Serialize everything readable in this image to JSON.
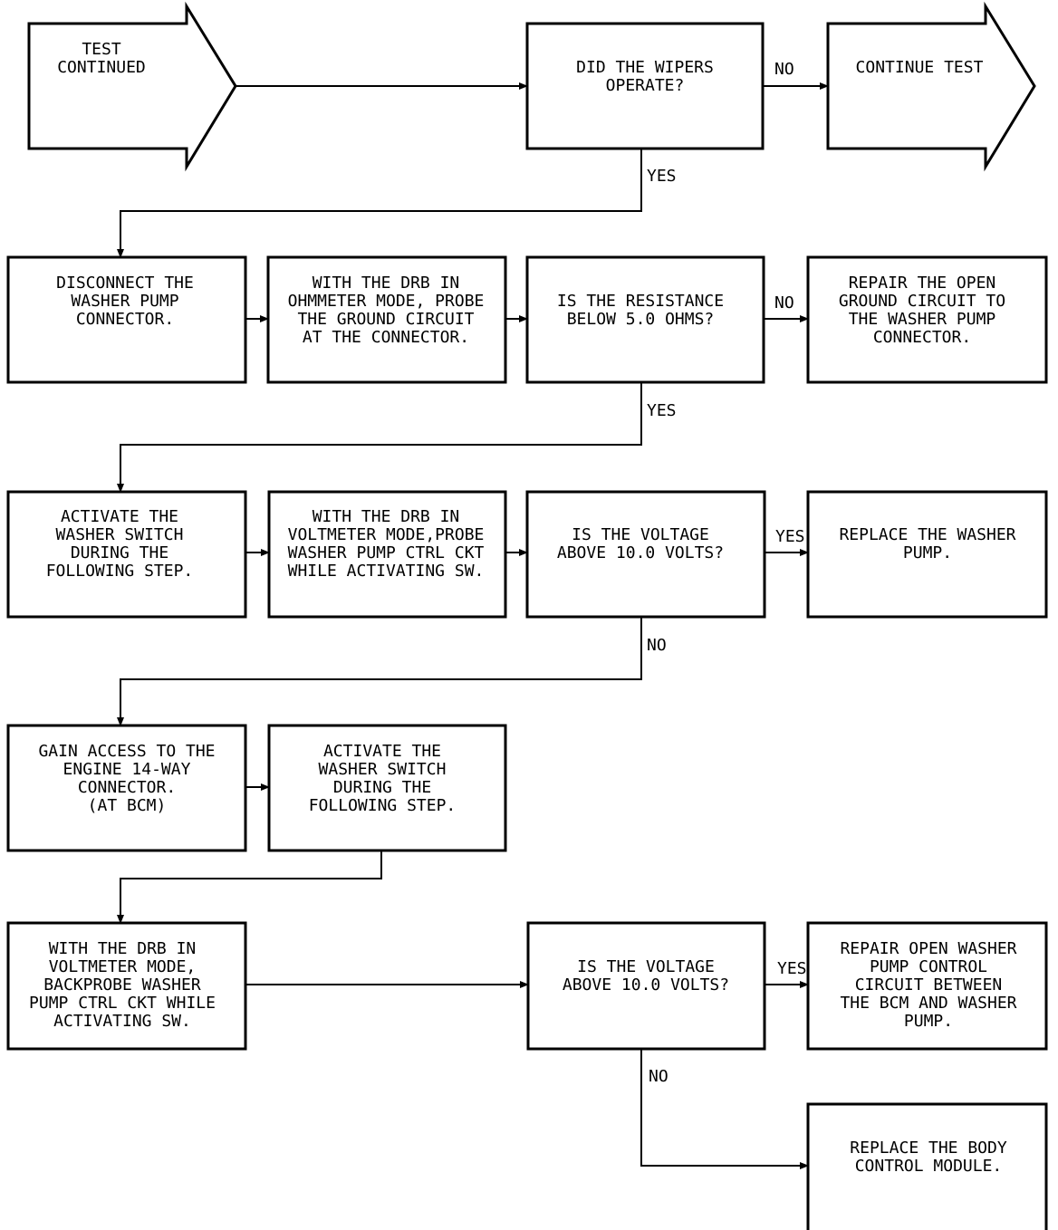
{
  "nodes": {
    "start": [
      "TEST",
      "CONTINUED"
    ],
    "q_wipers": [
      "DID THE WIPERS",
      "OPERATE?"
    ],
    "continue_test": [
      "CONTINUE TEST"
    ],
    "disconnect": [
      "DISCONNECT THE",
      "WASHER PUMP",
      "CONNECTOR."
    ],
    "ohmmeter": [
      "WITH THE DRB IN",
      "OHMMETER MODE, PROBE",
      "THE GROUND CIRCUIT",
      "AT THE CONNECTOR."
    ],
    "q_resistance": [
      "IS THE RESISTANCE",
      "BELOW 5.0 OHMS?"
    ],
    "repair_ground": [
      "REPAIR THE OPEN",
      "GROUND CIRCUIT TO",
      "THE WASHER PUMP",
      "CONNECTOR."
    ],
    "activate1": [
      "ACTIVATE THE",
      "WASHER SWITCH",
      "DURING THE",
      "FOLLOWING STEP."
    ],
    "voltmeter1": [
      "WITH THE DRB IN",
      "VOLTMETER MODE,PROBE",
      "WASHER PUMP CTRL CKT",
      "WHILE ACTIVATING SW."
    ],
    "q_voltage1": [
      "IS THE VOLTAGE",
      "ABOVE 10.0 VOLTS?"
    ],
    "replace_pump": [
      "REPLACE THE WASHER",
      "PUMP."
    ],
    "gain_access": [
      "GAIN ACCESS TO THE",
      "ENGINE 14-WAY",
      "CONNECTOR.",
      "(AT BCM)"
    ],
    "activate2": [
      "ACTIVATE THE",
      "WASHER SWITCH",
      "DURING THE",
      "FOLLOWING STEP."
    ],
    "backprobe": [
      "WITH THE DRB IN",
      "VOLTMETER MODE,",
      "BACKPROBE WASHER",
      "PUMP CTRL CKT WHILE",
      "ACTIVATING SW."
    ],
    "q_voltage2": [
      "IS THE VOLTAGE",
      "ABOVE 10.0 VOLTS?"
    ],
    "repair_control": [
      "REPAIR OPEN WASHER",
      "PUMP CONTROL",
      "CIRCUIT BETWEEN",
      "THE BCM AND WASHER",
      "PUMP."
    ],
    "replace_bcm": [
      "REPLACE THE BODY",
      "CONTROL MODULE."
    ]
  },
  "edge_labels": {
    "wipers_no": "NO",
    "wipers_yes": "YES",
    "resistance_no": "NO",
    "resistance_yes": "YES",
    "voltage1_yes": "YES",
    "voltage1_no": "NO",
    "voltage2_yes": "YES",
    "voltage2_no": "NO"
  }
}
